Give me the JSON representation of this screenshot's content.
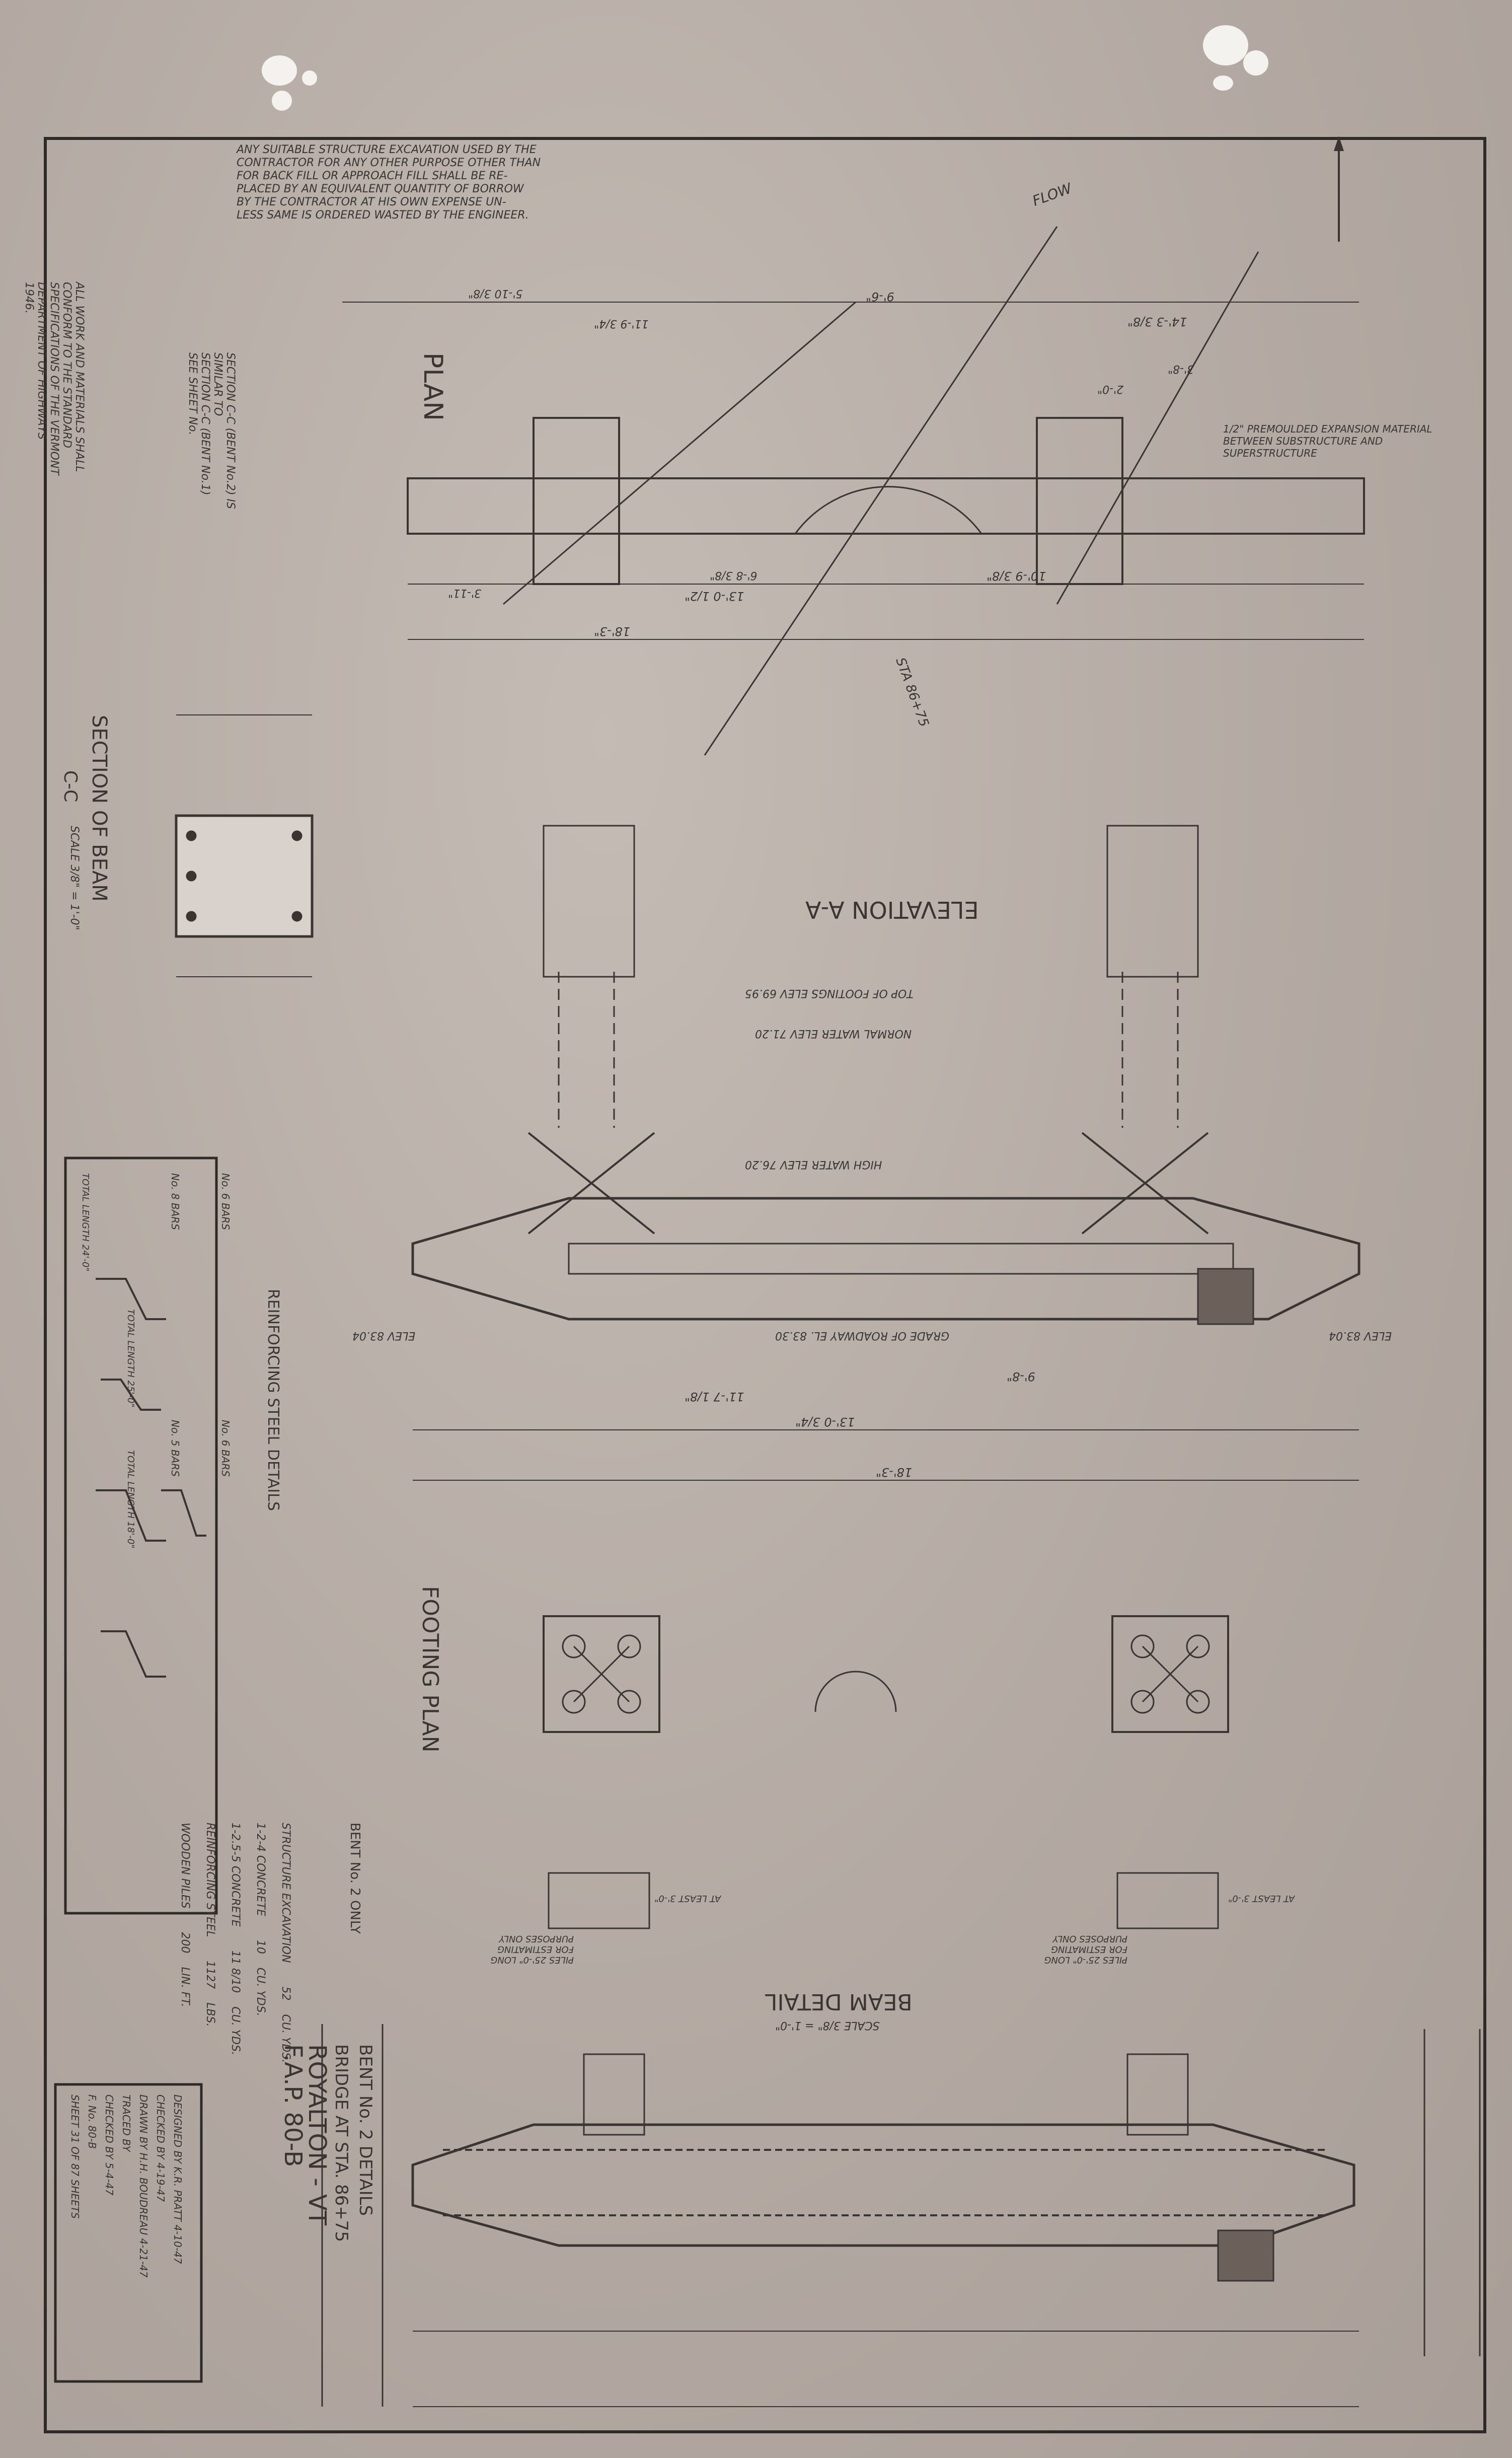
{
  "plan": {
    "title": "PLAN",
    "top_note": [
      "ANY SUITABLE STRUCTURE EXCAVATION USED BY THE",
      "CONTRACTOR FOR ANY OTHER PURPOSE OTHER THAN",
      "FOR BACK FILL OR APPROACH FILL SHALL BE RE-",
      "PLACED BY AN EQUIVALENT QUANTITY OF BORROW",
      "BY THE CONTRACTOR AT HIS OWN EXPENSE UN-",
      "LESS SAME IS ORDERED WASTED BY THE ENGINEER."
    ],
    "flow": "FLOW",
    "station_label": "STA 86+75",
    "expansion_note": "1/2\" PREMOULDED EXPANSION MATERIAL BETWEEN SUBSTRUCTURE AND SUPERSTRUCTURE",
    "dims": [
      "18'-3\"",
      "13'-0 1/2\"",
      "10'-9 3/8\"",
      "9'-6\"",
      "14'-3 3/8\"",
      "3'-8\"",
      "2'-0\"",
      "3'-11\"",
      "6'-8 3/8\"",
      "5'-10 3/8\"",
      "11'-9 3/4\""
    ]
  },
  "sections": {
    "section_beam": "SECTION OF BEAM",
    "cc": "C-C",
    "scale": "SCALE 3/8\" = 1'-0\"",
    "cc_note": [
      "SECTION C-C (BENT No.2) IS SIMILAR TO",
      "SECTION C-C (BENT No.1)",
      "SEE SHEET No."
    ],
    "spec_note": [
      "ALL WORK AND MATERIALS SHALL CONFORM TO THE STANDARD SPECIFICATIONS OF THE VERMONT DEPARTMENT OF HIGHWAYS",
      "1946."
    ]
  },
  "elevation": {
    "title": "ELEVATION A-A",
    "notes": [
      "TOP OF FOOTINGS ELEV 69.95",
      "NORMAL WATER ELEV 71.20",
      "HIGH WATER ELEV 76.20",
      "GRADE OF ROADWAY EL. 83.30",
      "ELEV 83.04",
      "ELEV 83.04"
    ],
    "dims": [
      "18'-3\"",
      "13'-0 3/4\"",
      "11'-7 1/8\"",
      "9'-8\""
    ]
  },
  "reinforcing": {
    "title": "REINFORCING STEEL DETAILS",
    "bars": [
      "No. 6 BARS",
      "No. 8 BARS",
      "No. 6 BARS",
      "No. 5 BARS"
    ],
    "lengths": [
      "TOTAL LENGTH 24'-0\"",
      "TOTAL LENGTH 25'-0\"",
      "TOTAL LENGTH 18'-0\""
    ]
  },
  "footing": {
    "title": "FOOTING PLAN",
    "note": "PILES 25'-0\" LONG FOR ESTIMATING PURPOSES ONLY",
    "at_least": "AT LEAST 3'-0\""
  },
  "beam": {
    "title": "BEAM DETAIL",
    "scale": "SCALE 3/8\" = 1'-0\""
  },
  "quantities": {
    "title": "BENT No. 2 ONLY",
    "rows": [
      {
        "item": "STRUCTURE EXCAVATION",
        "qty": "52",
        "unit": "CU. YDS."
      },
      {
        "item": "1-2-4 CONCRETE",
        "qty": "10",
        "unit": "CU. YDS."
      },
      {
        "item": "1-2.5-5 CONCRETE",
        "qty": "11 8/10",
        "unit": "CU. YDS."
      },
      {
        "item": "REINFORCING STEEL",
        "qty": "1127",
        "unit": "LBS."
      },
      {
        "item": "WOODEN PILES",
        "qty": "200",
        "unit": "LIN. FT."
      }
    ]
  },
  "credits": {
    "rows": [
      {
        "label": "DESIGNED BY",
        "name": "K.R. PRATT",
        "date": "4-10-47"
      },
      {
        "label": "CHECKED BY",
        "name": "",
        "date": "4-19-47"
      },
      {
        "label": "DRAWN BY",
        "name": "H.H. BOUDREAU",
        "date": "4-21-47"
      },
      {
        "label": "TRACED BY",
        "name": "",
        "date": ""
      },
      {
        "label": "CHECKED BY",
        "name": "",
        "date": "5-4-47"
      }
    ],
    "series": "F. No. 80-B",
    "sheet": "SHEET 31 OF 87 SHEETS"
  },
  "title_block": {
    "line1": "BENT No. 2 DETAILS",
    "line2": "BRIDGE AT STA. 86+75",
    "line3": "ROYALTON - VT",
    "line4": "F.A.P. 80-B"
  }
}
